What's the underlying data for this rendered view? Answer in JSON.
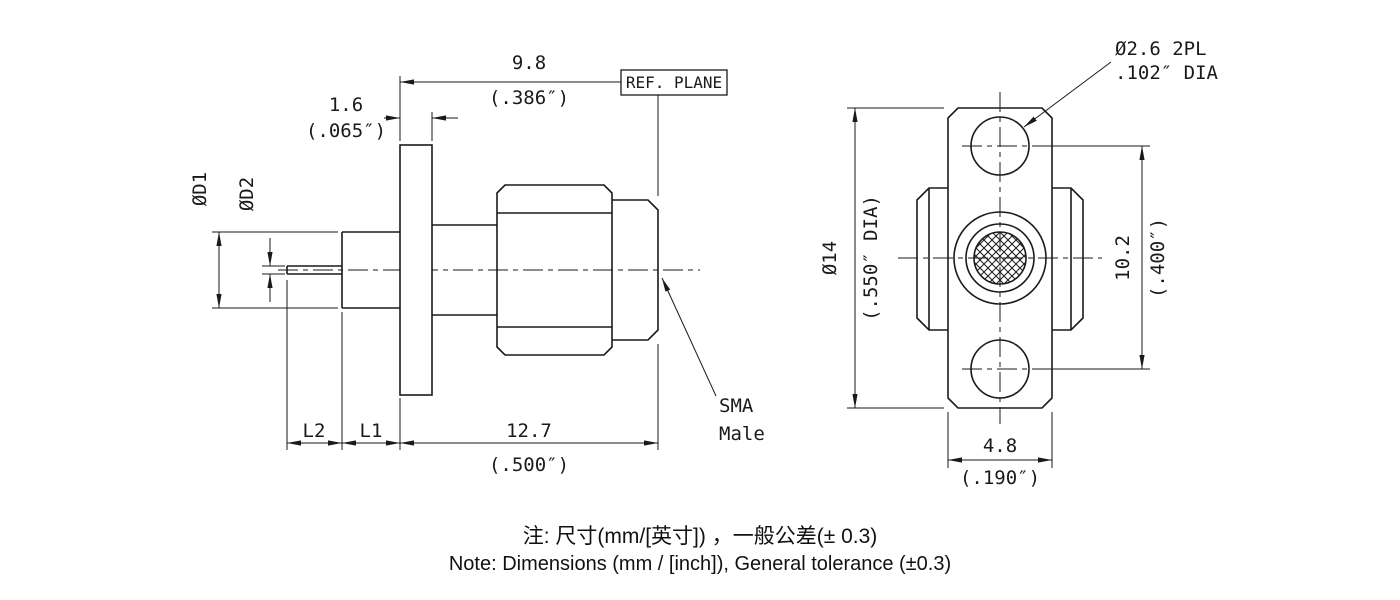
{
  "side_view": {
    "dims": {
      "d98_mm": "9.8",
      "d98_in": "(.386″)",
      "d16_mm": "1.6",
      "d16_in": "(.065″)",
      "d1": "ØD1",
      "d2": "ØD2",
      "l2": "L2",
      "l1": "L1",
      "d127_mm": "12.7",
      "d127_in": "(.500″)"
    },
    "ref_plane_label": "REF. PLANE",
    "part_label_line1": "SMA",
    "part_label_line2": "Male"
  },
  "front_view": {
    "dims": {
      "dia14_mm": "Ø14",
      "dia14_in": "(.550″ DIA)",
      "d102_mm": "10.2",
      "d102_in": "(.400″)",
      "d48_mm": "4.8",
      "d48_in": "(.190″)"
    },
    "hole_callout_line1": "Ø2.6 2PL",
    "hole_callout_line2": ".102″ DIA"
  },
  "notes": {
    "zh": "注: 尺寸(mm/[英寸]) ，一般公差(± 0.3)",
    "en": "Note: Dimensions (mm / [inch]), General tolerance (±0.3)"
  },
  "colors": {
    "line": "#1a1a1a",
    "background": "#ffffff"
  }
}
